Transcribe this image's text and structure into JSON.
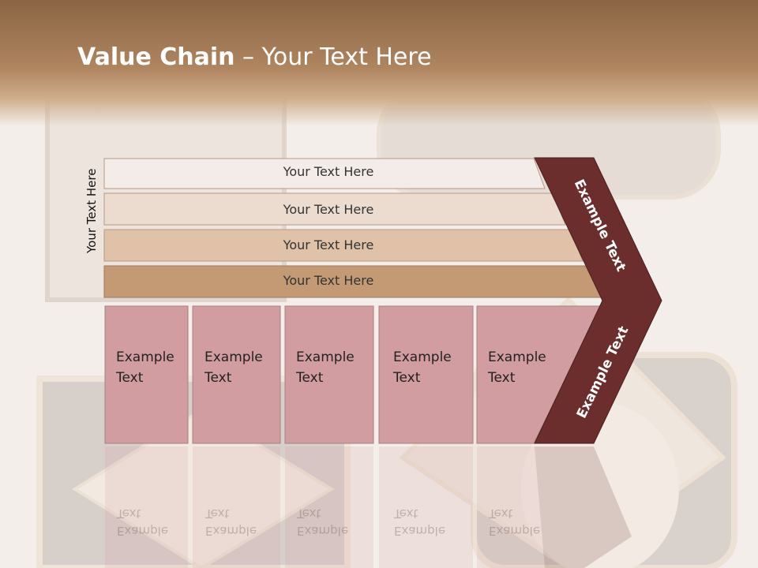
{
  "slide": {
    "title_bold": "Value Chain",
    "title_rest": " – Your Text Here",
    "side_label": "Your Text Here",
    "rows": [
      {
        "label": "Your Text Here"
      },
      {
        "label": "Your Text Here"
      },
      {
        "label": "Your Text Here"
      },
      {
        "label": "Your Text Here"
      }
    ],
    "boxes": [
      {
        "line1": "Example",
        "line2": "Text"
      },
      {
        "line1": "Example",
        "line2": "Text"
      },
      {
        "line1": "Example",
        "line2": "Text"
      },
      {
        "line1": "Example",
        "line2": "Text"
      },
      {
        "line1": "Example",
        "line2": "Text"
      }
    ],
    "chevron_top": "Example Text",
    "chevron_bottom": "Example Text",
    "colors": {
      "row1": "#f4ece8",
      "row2": "#ecdcd0",
      "row3": "#dfc2a8",
      "row4": "#c49a74",
      "box": "#d29da0",
      "chevron": "#6b2e2c",
      "header": "#a47a55"
    }
  }
}
